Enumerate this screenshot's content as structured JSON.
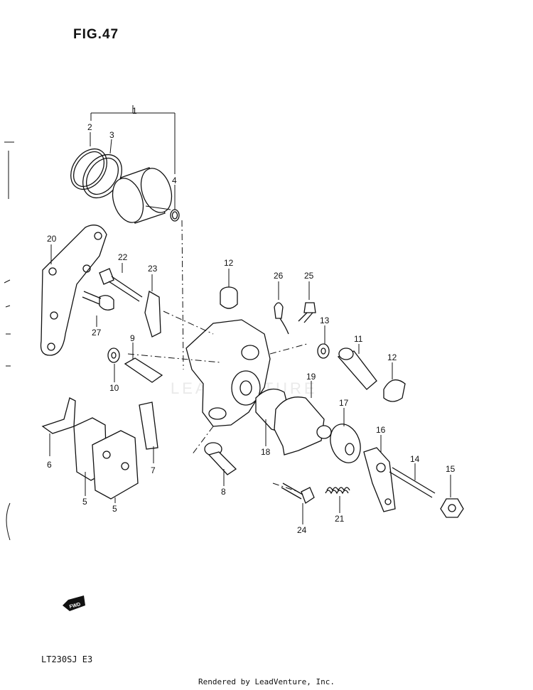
{
  "figure": {
    "title": "FIG.47"
  },
  "model_code": "LT230SJ  E3",
  "footer": {
    "credit": "Rendered by LeadVenture, Inc."
  },
  "watermark": {
    "text": "LEADVENTURE"
  },
  "fwd_badge": {
    "text": "FWD"
  },
  "callouts": {
    "c1": "1",
    "c2": "2",
    "c3": "3",
    "c4": "4",
    "c5a": "5",
    "c5b": "5",
    "c6": "6",
    "c7": "7",
    "c8": "8",
    "c9": "9",
    "c10": "10",
    "c11": "11",
    "c12a": "12",
    "c12b": "12",
    "c13": "13",
    "c14": "14",
    "c15": "15",
    "c16": "16",
    "c17": "17",
    "c18": "18",
    "c19": "19",
    "c20": "20",
    "c21": "21",
    "c22": "22",
    "c23": "23",
    "c24": "24",
    "c25": "25",
    "c26": "26",
    "c27": "27"
  }
}
